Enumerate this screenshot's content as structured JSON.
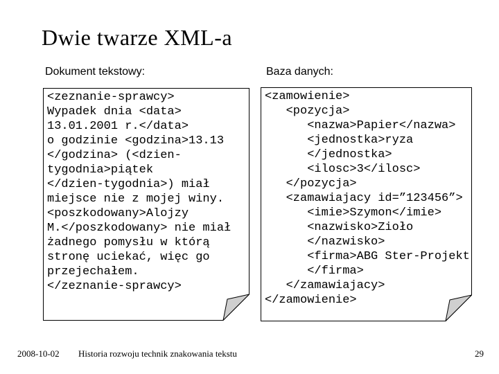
{
  "slide": {
    "title": "Dwie twarze XML-a",
    "panels": {
      "left": {
        "label": "Dokument tekstowy:",
        "code": "<zeznanie-sprawcy>\nWypadek dnia <data>\n13.01.2001 r.</data>\no godzinie <godzina>13.13\n</godzina> (<dzien-\ntygodnia>piątek\n</dzien-tygodnia>) miał\nmiejsce nie z mojej winy.\n<poszkodowany>Alojzy\nM.</poszkodowany> nie miał\nżadnego pomysłu w którą\nstronę uciekać, więc go\nprzejechałem.\n</zeznanie-sprawcy>"
      },
      "right": {
        "label": "Baza danych:",
        "code": "<zamowienie>\n   <pozycja>\n      <nazwa>Papier</nazwa>\n      <jednostka>ryza\n      </jednostka>\n      <ilosc>3</ilosc>\n   </pozycja>\n   <zamawiajacy id=”123456”>\n      <imie>Szymon</imie>\n      <nazwisko>Zioło\n      </nazwisko>\n      <firma>ABG Ster-Projekt\n      </firma>\n   </zamawiajacy>\n</zamowienie>"
      }
    },
    "footer": {
      "date": "2008-10-02",
      "course": "Historia rozwoju technik znakowania tekstu",
      "page": "29"
    },
    "colors": {
      "background": "#ffffff",
      "text": "#000000",
      "border": "#000000",
      "fold_fill": "#cfcfcf"
    }
  }
}
